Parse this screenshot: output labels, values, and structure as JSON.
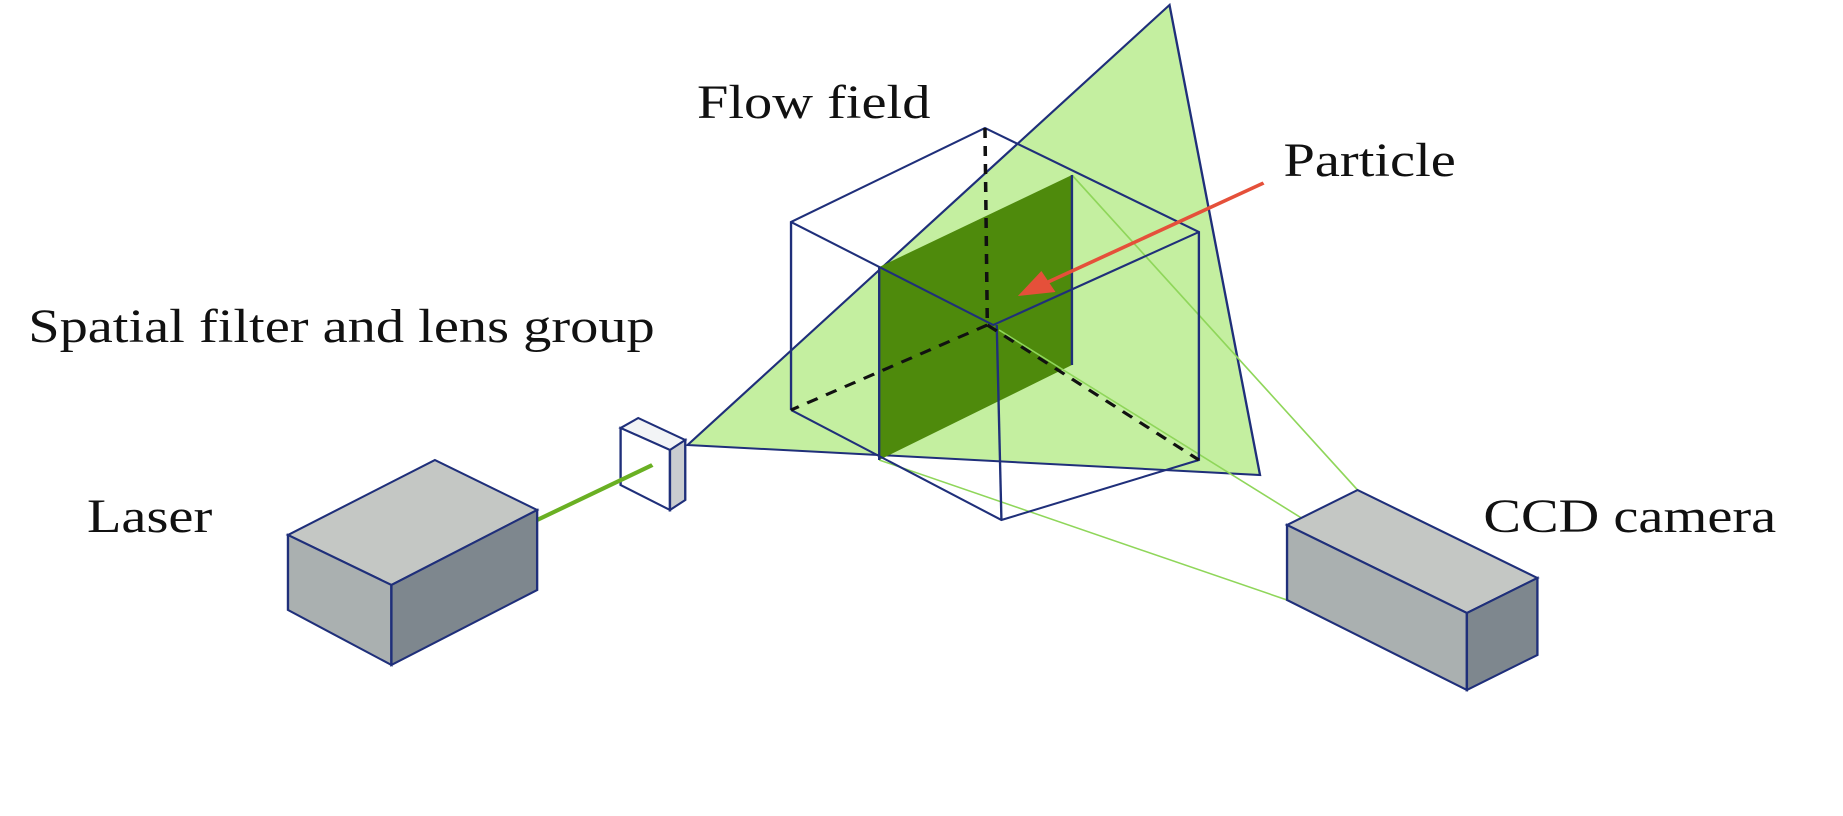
{
  "labels": {
    "flow_field": "Flow field",
    "particle": "Particle",
    "spatial_filter": "Spatial filter and lens group",
    "laser": "Laser",
    "ccd_camera": "CCD camera"
  },
  "colors": {
    "light_sheet": "#c4efa0",
    "measurement_plane": "#4e8a0c",
    "edges": "#1f2f7a",
    "arrow": "#e5503a",
    "beam": "#6ab023",
    "box_top": "#c4c7c4",
    "box_left": "#aab0b0",
    "box_right": "#7e878e"
  }
}
